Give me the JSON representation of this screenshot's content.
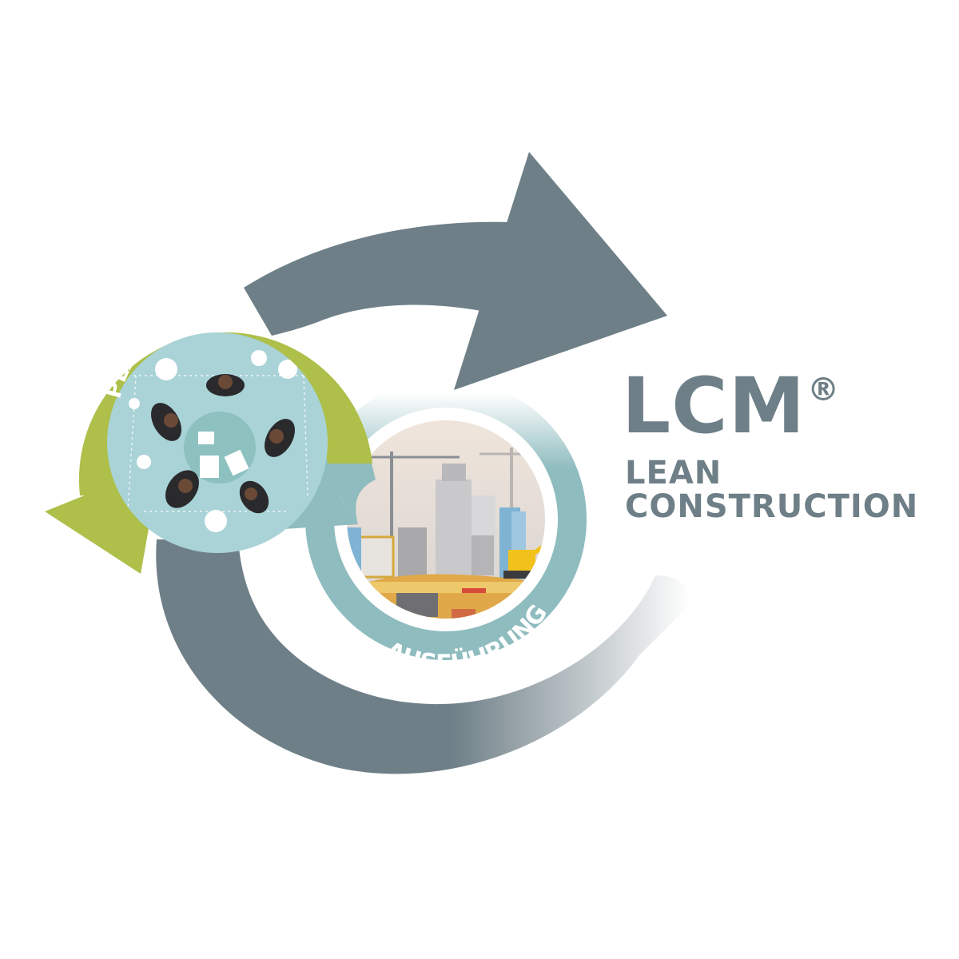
{
  "logo": {
    "title": "LCM",
    "registered_mark": "®",
    "subtitle_line1": "LEAN",
    "subtitle_line2": "CONSTRUCTION"
  },
  "cycles": {
    "planning_label": "PLANUNG",
    "execution_label": "AUSFÜHRUNG"
  },
  "colors": {
    "main_arrow": "#6e7f87",
    "planning_arrow": "#aebf4a",
    "execution_arrow": "#8fbcbf",
    "text": "#6e7f87"
  },
  "icons": {
    "planning_scene": "meeting-table-icon",
    "execution_scene": "construction-site-icon"
  }
}
